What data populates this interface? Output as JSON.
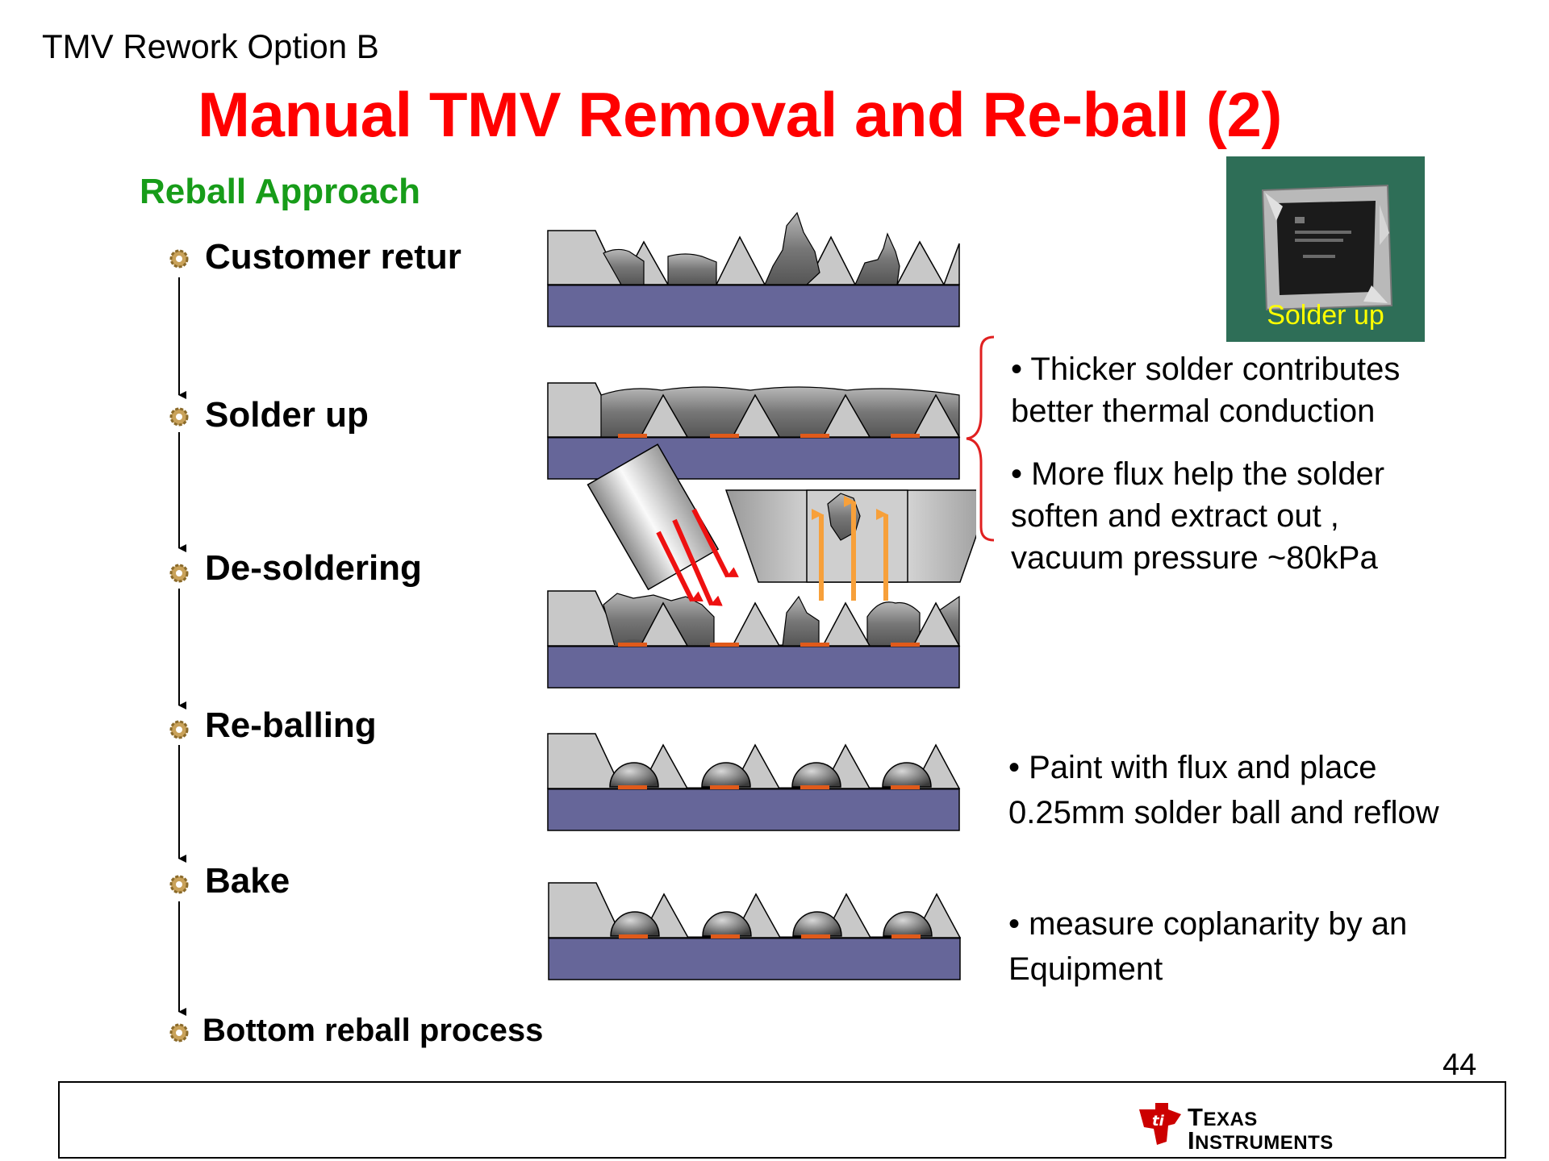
{
  "slide": {
    "subtitle": "TMV Rework Option B",
    "title": "Manual TMV Removal and Re-ball (2)",
    "page_number": "44"
  },
  "approach": {
    "heading": "Reball Approach",
    "steps": [
      {
        "label": "Customer retur"
      },
      {
        "label": "Solder up"
      },
      {
        "label": "De-soldering"
      },
      {
        "label": "Re-balling"
      },
      {
        "label": "Bake"
      },
      {
        "label": "Bottom reball process"
      }
    ]
  },
  "photo": {
    "caption": "Solder up"
  },
  "notes": {
    "solder_up": [
      "• Thicker solder contributes",
      "better thermal conduction",
      "• More flux help the solder",
      "soften and extract out ,",
      "vacuum pressure ~80kPa"
    ],
    "reballing": [
      "• Paint with flux and place",
      "0.25mm solder ball and reflow"
    ],
    "bake": [
      "• measure coplanarity by an",
      "Equipment"
    ]
  },
  "logo": {
    "line1_initial": "T",
    "line1_rest": "EXAS",
    "line2_initial": "I",
    "line2_rest": "NSTRUMENTS"
  },
  "colors": {
    "title": "#ff0000",
    "heading": "#179c19",
    "substrate": "#666699",
    "pad": "#e05a1a",
    "arrow_red": "#ee1111",
    "arrow_orange": "#f7a03a",
    "bracket": "#e02020",
    "caption": "#ffff00"
  },
  "icons": [
    "gear-bullet-icon",
    "down-arrow-icon",
    "ti-logo-icon"
  ]
}
